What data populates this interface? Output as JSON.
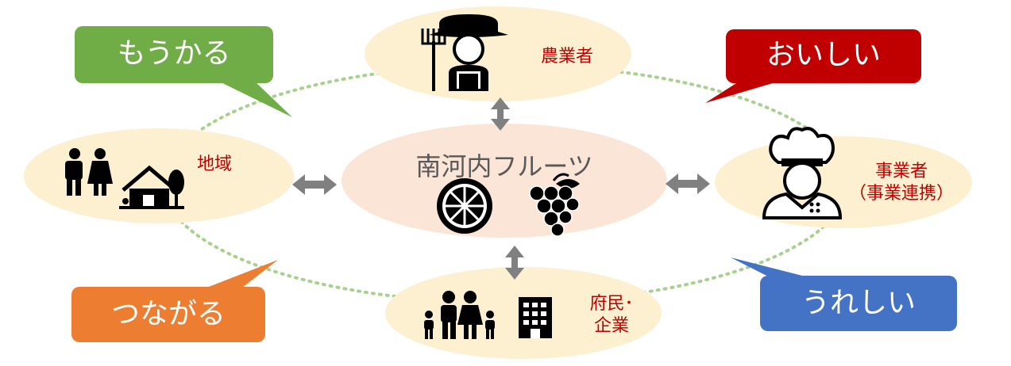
{
  "center": {
    "title": "南河内フルーツ"
  },
  "nodes": {
    "farmer": {
      "label": "農業者"
    },
    "region": {
      "label": "地域"
    },
    "business": {
      "label_line1": "事業者",
      "label_line2": "（事業連携）"
    },
    "citizens": {
      "label_line1": "府民･",
      "label_line2": "企業"
    }
  },
  "callouts": {
    "profit": {
      "text": "もうかる"
    },
    "delicious": {
      "text": "おいしい"
    },
    "connect": {
      "text": "つながる"
    },
    "happy": {
      "text": "うれしい"
    }
  },
  "colors": {
    "node_fill": "#fdf0d0",
    "center_fill": "#fbe5d6",
    "arrow": "#808080",
    "ring": "#a9d18e",
    "label_red": "#c00000",
    "green": "#70ad47",
    "red": "#c00000",
    "orange": "#ed7d31",
    "blue": "#4472c4"
  }
}
